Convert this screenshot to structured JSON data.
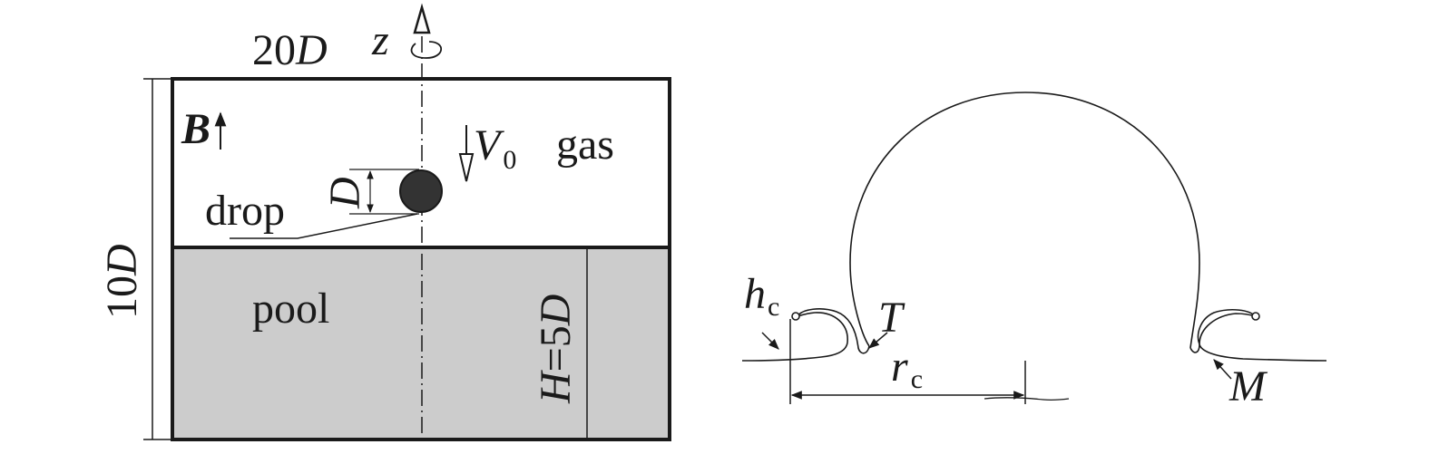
{
  "left_panel": {
    "width_label": {
      "value": "20",
      "var": "D"
    },
    "height_label": {
      "value": "10",
      "var": "D"
    },
    "axis_label": "z",
    "field_label": "B",
    "velocity_label": {
      "var": "V",
      "sub": "0"
    },
    "gas_label": "gas",
    "drop_label": "drop",
    "diameter_label": "D",
    "pool_label": "pool",
    "depth_label": {
      "var": "H",
      "eq": "=5",
      "unit": "D"
    }
  },
  "right_panel": {
    "crater_height_label": {
      "var": "h",
      "sub": "c"
    },
    "torus_label": "T",
    "crater_radius_label": {
      "var": "r",
      "sub": "c"
    },
    "marker_label": "M"
  },
  "colors": {
    "gas_fill": "#ffffff",
    "pool_fill": "#cccccc",
    "drop_fill": "#333333",
    "stroke": "#1a1a1a"
  }
}
